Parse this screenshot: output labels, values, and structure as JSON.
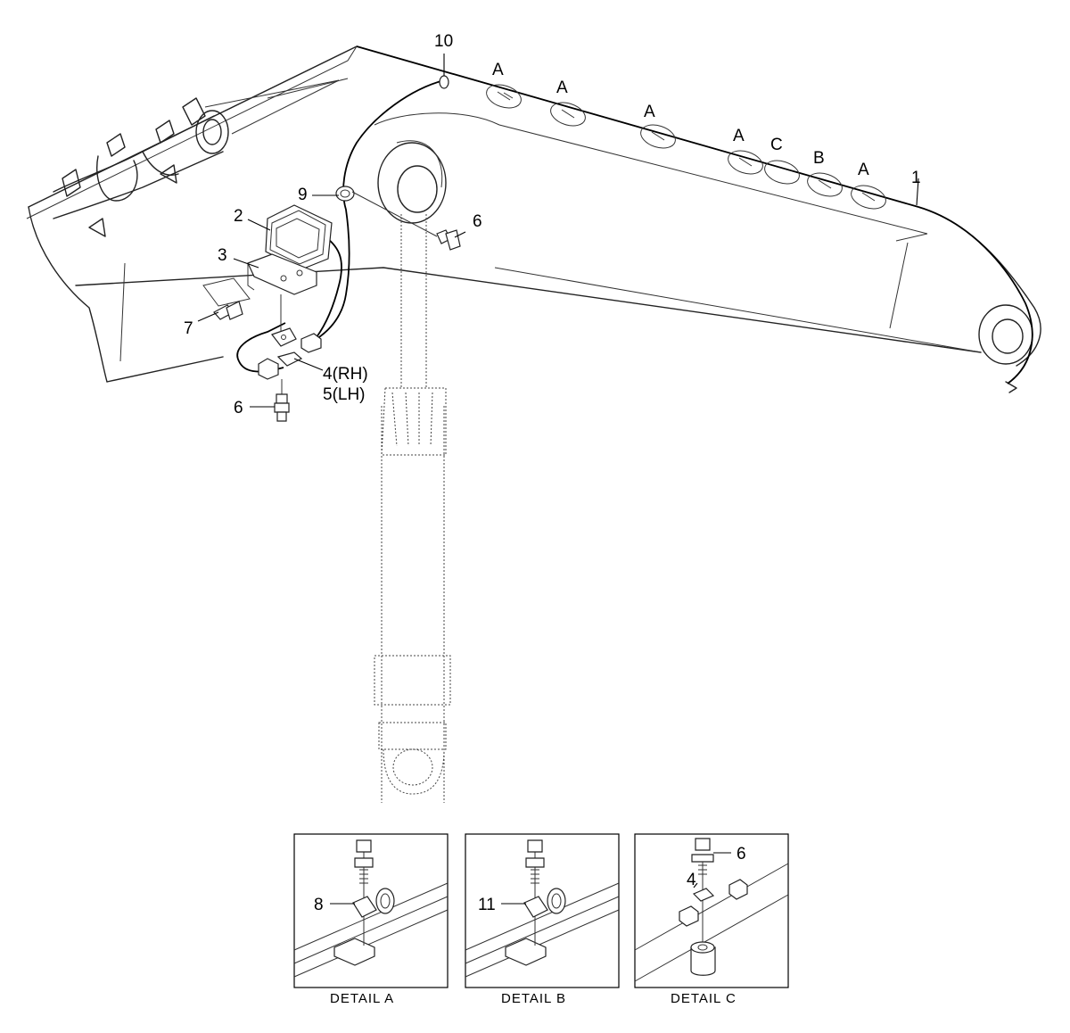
{
  "callouts": {
    "c10": "10",
    "c1": "1",
    "c2": "2",
    "c3": "3",
    "c9": "9",
    "c6_top": "6",
    "c7": "7",
    "c4": "4(RH)",
    "c5": "5(LH)",
    "c6_bottom": "6"
  },
  "clamp_markers": {
    "a1": "A",
    "a2": "A",
    "a3": "A",
    "a4": "A",
    "c": "C",
    "b": "B",
    "a5": "A"
  },
  "details": {
    "a": {
      "title": "DETAIL  A",
      "callout": "8"
    },
    "b": {
      "title": "DETAIL  B",
      "callout": "11"
    },
    "c": {
      "title": "DETAIL  C",
      "callout_bolt": "6",
      "callout_bracket": "4"
    }
  },
  "colors": {
    "line": "#222222",
    "background": "#ffffff"
  }
}
